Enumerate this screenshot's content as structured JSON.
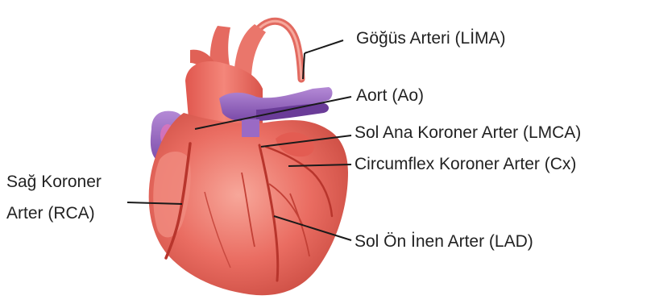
{
  "labels": {
    "lima": "Göğüs Arteri (LİMA)",
    "ao": "Aort (Ao)",
    "lmca": "Sol Ana Koroner  Arter (LMCA)",
    "cx": "Circumflex Koroner Arter (Cx)",
    "rca_line1": "Sağ Koroner",
    "rca_line2": "Arter (RCA)",
    "lad": "Sol Ön İnen Arter (LAD)"
  },
  "colors": {
    "heart": "#e96a62",
    "heart_dark": "#c9483f",
    "heart_light": "#f39a8f",
    "vessel_purple": "#8a5bb8",
    "vessel_purple_light": "#b48ad6",
    "leader_line": "#1a1a1a",
    "text": "#222222"
  }
}
